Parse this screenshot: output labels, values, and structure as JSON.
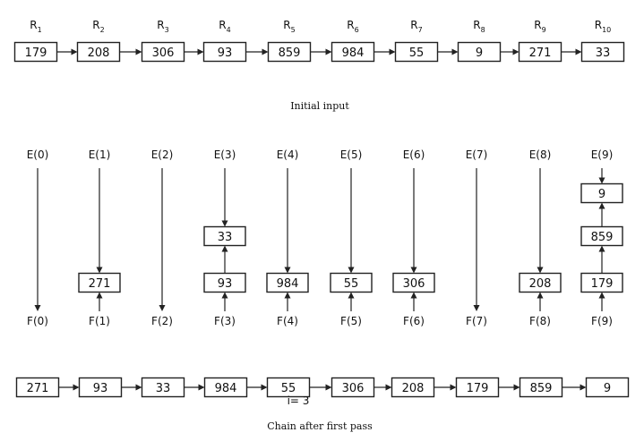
{
  "records": [
    {
      "label": "R",
      "sub": "1",
      "value": "179"
    },
    {
      "label": "R",
      "sub": "2",
      "value": "208"
    },
    {
      "label": "R",
      "sub": "3",
      "value": "306"
    },
    {
      "label": "R",
      "sub": "4",
      "value": "93"
    },
    {
      "label": "R",
      "sub": "5",
      "value": "859"
    },
    {
      "label": "R",
      "sub": "6",
      "value": "984"
    },
    {
      "label": "R",
      "sub": "7",
      "value": "55"
    },
    {
      "label": "R",
      "sub": "8",
      "value": "9"
    },
    {
      "label": "R",
      "sub": "9",
      "value": "271"
    },
    {
      "label": "R",
      "sub": "10",
      "value": "33"
    }
  ],
  "caption_initial": "Initial input",
  "queues": [
    {
      "e": "E(0)",
      "f": "F(0)",
      "items": []
    },
    {
      "e": "E(1)",
      "f": "F(1)",
      "items": [
        "271"
      ]
    },
    {
      "e": "E(2)",
      "f": "F(2)",
      "items": []
    },
    {
      "e": "E(3)",
      "f": "F(3)",
      "items": [
        "93",
        "33"
      ]
    },
    {
      "e": "E(4)",
      "f": "F(4)",
      "items": [
        "984"
      ]
    },
    {
      "e": "E(5)",
      "f": "F(5)",
      "items": [
        "55"
      ]
    },
    {
      "e": "E(6)",
      "f": "F(6)",
      "items": [
        "306"
      ]
    },
    {
      "e": "E(7)",
      "f": "F(7)",
      "items": []
    },
    {
      "e": "E(8)",
      "f": "F(8)",
      "items": [
        "208"
      ]
    },
    {
      "e": "E(9)",
      "f": "F(9)",
      "items": [
        "179",
        "859",
        "9"
      ]
    }
  ],
  "chain": [
    "271",
    "93",
    "33",
    "984",
    "55",
    "306",
    "208",
    "179",
    "859",
    "9"
  ],
  "chain_annotation": "i= 3",
  "caption_chain": "Chain after first pass"
}
